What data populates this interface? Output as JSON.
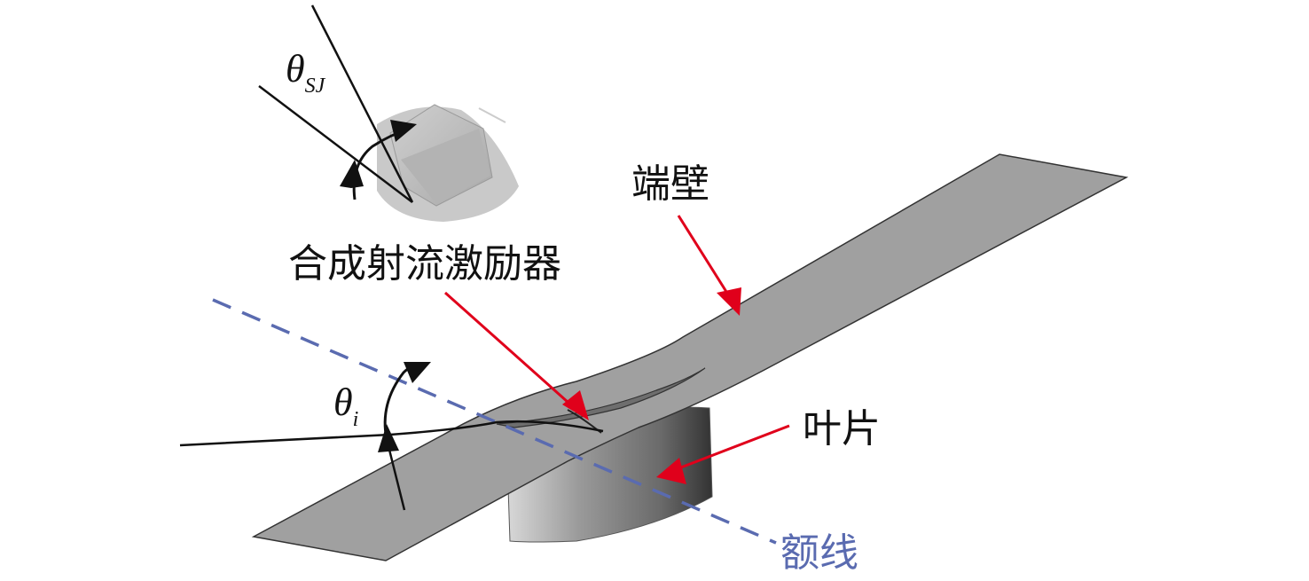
{
  "labels": {
    "endwall": "端壁",
    "actuator": "合成射流激励器",
    "blade": "叶片",
    "stagger_line": "额线",
    "theta": "θ",
    "theta_sj_sub": "SJ",
    "theta_i_sub": "i"
  },
  "colors": {
    "arrow": "#e0001b",
    "stagger_line": "#5a6bb0",
    "endwall": "#a0a0a0",
    "ink": "#111111"
  }
}
